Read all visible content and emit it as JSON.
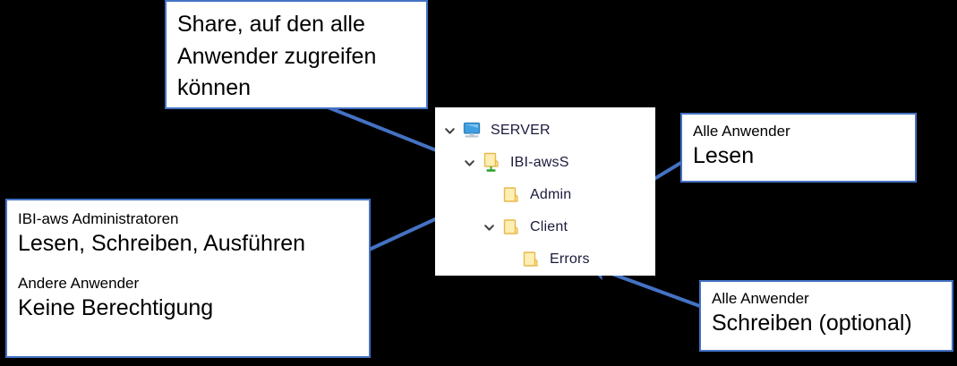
{
  "colors": {
    "background": "#000000",
    "callout_border": "#4472c4",
    "callout_fill": "#ffffff",
    "arrow": "#4472c4",
    "panel_fill": "#ffffff",
    "folder_fill": "#fdeeb4",
    "folder_stroke": "#e8b94b",
    "share_base": "#2ca02c",
    "monitor_screen": "#3f9fe0",
    "tree_text": "#1a1a3c",
    "chevron": "#444444"
  },
  "callouts": {
    "share": {
      "lines": [
        "Share, auf den alle",
        "Anwender zugreifen",
        "können"
      ]
    },
    "admins": {
      "group1_title": "IBI-aws Administratoren",
      "group1_value": "Lesen, Schreiben, Ausführen",
      "group2_title": "Andere Anwender",
      "group2_value": "Keine Berechtigung"
    },
    "read": {
      "title": "Alle Anwender",
      "value": "Lesen"
    },
    "write": {
      "title": "Alle Anwender",
      "value": "Schreiben (optional)"
    }
  },
  "tree": {
    "nodes": [
      {
        "label": "SERVER",
        "icon": "monitor-icon",
        "expanded": true,
        "has_chevron": true,
        "indent": 0
      },
      {
        "label": "IBI-awsS",
        "icon": "shared-folder-icon",
        "expanded": true,
        "has_chevron": true,
        "indent": 1
      },
      {
        "label": "Admin",
        "icon": "folder-icon",
        "expanded": false,
        "has_chevron": false,
        "indent": 2
      },
      {
        "label": "Client",
        "icon": "folder-icon",
        "expanded": true,
        "has_chevron": true,
        "indent": 2
      },
      {
        "label": "Errors",
        "icon": "folder-icon",
        "expanded": false,
        "has_chevron": false,
        "indent": 3
      }
    ]
  },
  "arrows": [
    {
      "name": "arrow-share-to-ibiaws",
      "from": "share-callout",
      "to": "IBI-awsS"
    },
    {
      "name": "arrow-admins-to-admin",
      "from": "admins-callout",
      "to": "Admin"
    },
    {
      "name": "arrow-read-to-client",
      "from": "read-callout",
      "to": "Client"
    },
    {
      "name": "arrow-write-to-errors",
      "from": "write-callout",
      "to": "Errors"
    }
  ]
}
